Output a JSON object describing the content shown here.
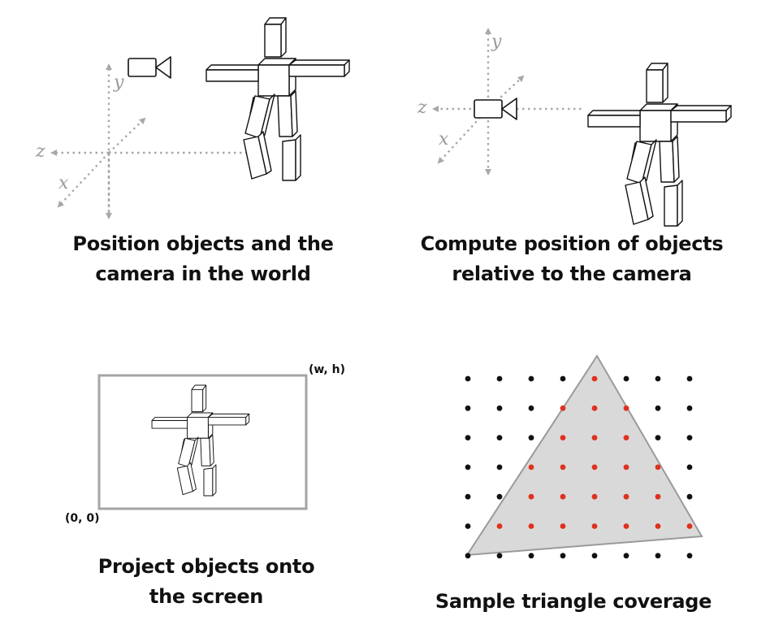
{
  "panels": {
    "world": {
      "caption_line1": "Position objects and the",
      "caption_line2": "camera in the world",
      "axis_x": "x",
      "axis_y": "y",
      "axis_z": "z"
    },
    "camera": {
      "caption_line1": "Compute position of objects",
      "caption_line2": "relative to the camera",
      "axis_x": "x",
      "axis_y": "y",
      "axis_z": "z"
    },
    "project": {
      "caption_line1": "Project objects onto",
      "caption_line2": "the screen",
      "corner_top_right": "(w, h)",
      "corner_bottom_left": "(0, 0)"
    },
    "sample": {
      "caption": "Sample triangle coverage",
      "grid_cols": 8,
      "grid_rows": 7,
      "covered_samples": [
        [
          0,
          4
        ],
        [
          1,
          3
        ],
        [
          1,
          4
        ],
        [
          1,
          5
        ],
        [
          2,
          3
        ],
        [
          2,
          4
        ],
        [
          2,
          5
        ],
        [
          3,
          2
        ],
        [
          3,
          3
        ],
        [
          3,
          4
        ],
        [
          3,
          5
        ],
        [
          3,
          6
        ],
        [
          4,
          2
        ],
        [
          4,
          3
        ],
        [
          4,
          4
        ],
        [
          4,
          5
        ],
        [
          4,
          6
        ],
        [
          5,
          1
        ],
        [
          5,
          2
        ],
        [
          5,
          3
        ],
        [
          5,
          4
        ],
        [
          5,
          5
        ],
        [
          5,
          6
        ],
        [
          5,
          7
        ]
      ]
    }
  },
  "colors": {
    "axis": "#a8a8a8",
    "sample_inside": "#e0301e",
    "sample_outside": "#111111",
    "triangle_fill": "#d9d9d9",
    "triangle_edge": "#9a9a9a",
    "screen_border": "#a5a5a5"
  }
}
